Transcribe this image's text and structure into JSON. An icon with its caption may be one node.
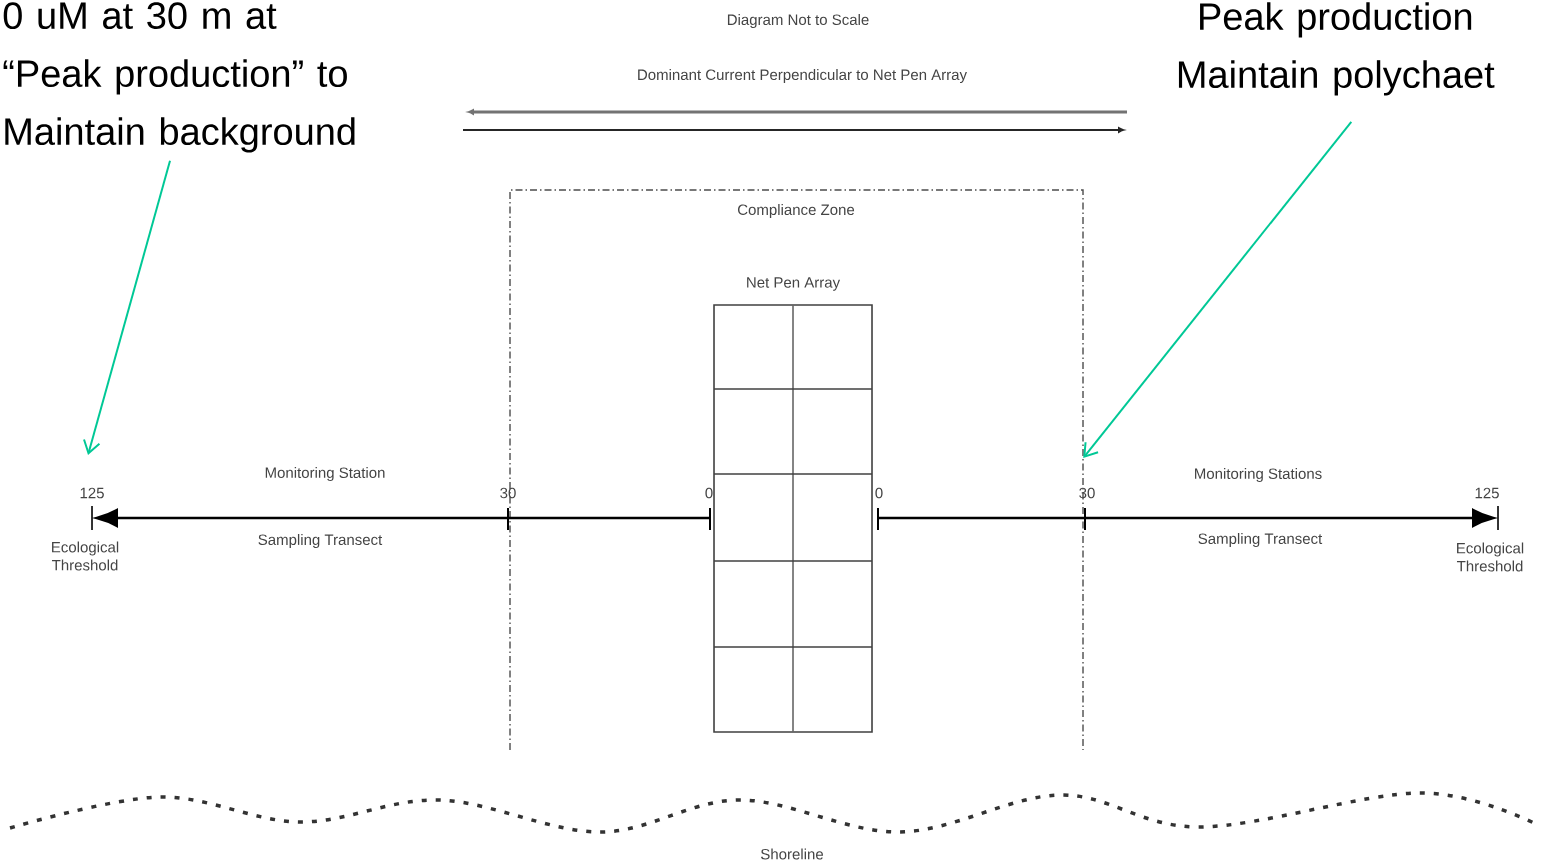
{
  "diagram": {
    "nodes": [
      {
        "text": [
          "0 uM at 30 m at “Peak production” to Maintain background"
        ]
      },
      {
        "text": [
          "Peak production Maintain polychaet"
        ]
      },
      {
        "text": [
          "Compliance Zone"
        ]
      },
      {
        "text": [
          "Net Pen Array"
        ],
        "in": 2
      }
    ],
    "edges": [
      {
        "from": 0,
        "to": null,
        "arrow": "to",
        "color": "#00c896"
      },
      {
        "from": 1,
        "to": 2,
        "arrow": "to",
        "color": "#00c896"
      }
    ],
    "labels": [
      "Diagram Not to Scale",
      "Dominant Current Perpendicular to Net Pen Array",
      "Monitoring Station",
      "Monitoring Stations",
      "125",
      "30",
      "0",
      "0",
      "30",
      "125",
      "Sampling Transect",
      "Sampling Transect",
      "Ecological Threshold",
      "Ecological Threshold",
      "Shoreline"
    ]
  }
}
